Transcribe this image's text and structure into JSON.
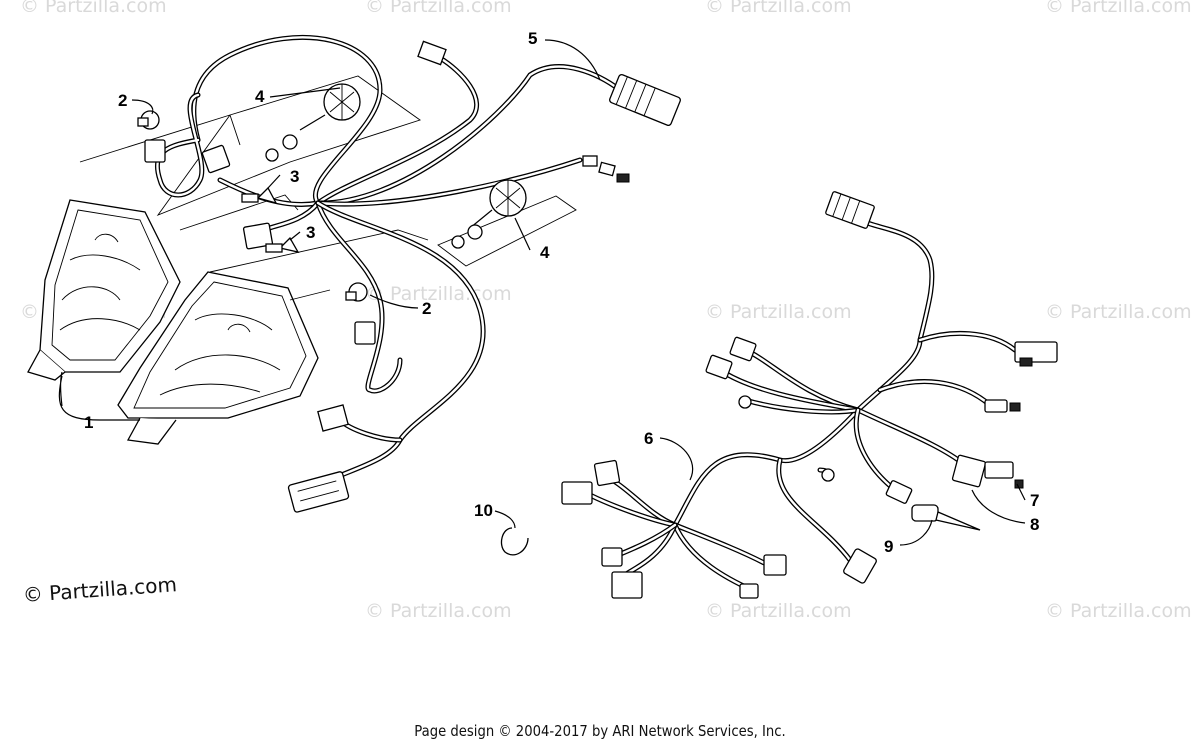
{
  "watermark": "© Partzilla.com",
  "brand_text": "© Partzilla.com",
  "footer_text": "Page design © 2004-2017 by ARI Network Services, Inc.",
  "callouts": {
    "c1": "1",
    "c2a": "2",
    "c2b": "2",
    "c3a": "3",
    "c3b": "3",
    "c4a": "4",
    "c4b": "4",
    "c5": "5",
    "c6": "6",
    "c7": "7",
    "c8": "8",
    "c9": "9",
    "c10": "10"
  }
}
